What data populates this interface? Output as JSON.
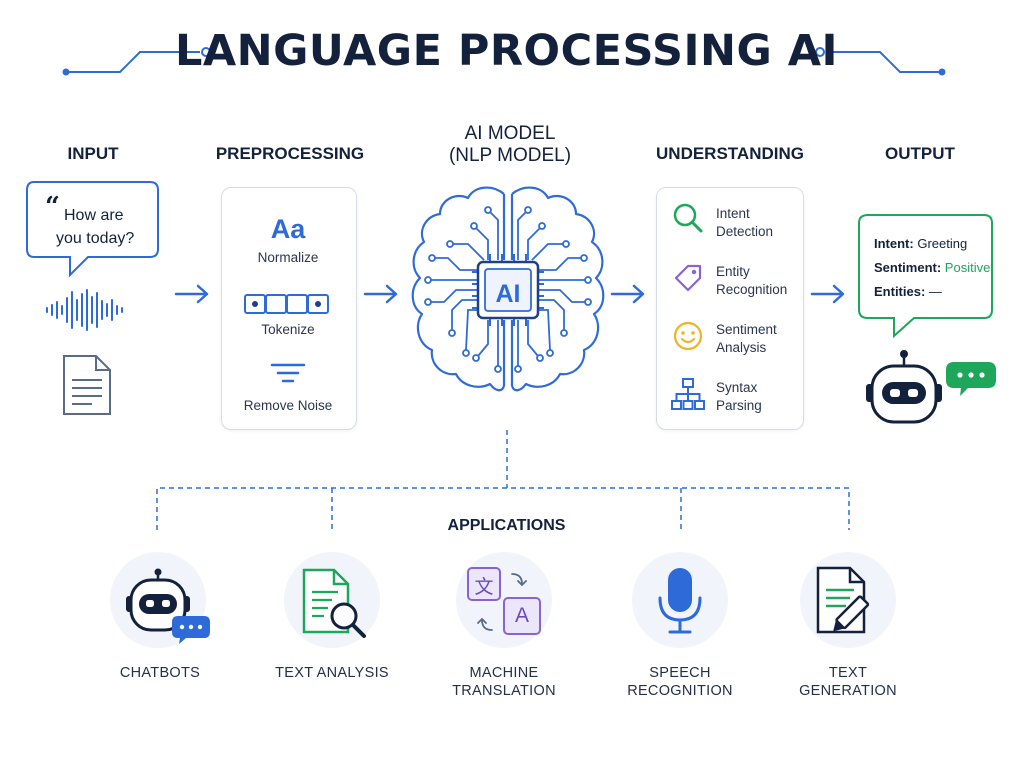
{
  "title": "LANGUAGE PROCESSING AI",
  "stages": {
    "input": "INPUT",
    "preprocessing": "PREPROCESSING",
    "model_line1": "AI MODEL",
    "model_line2": "(NLP MODEL)",
    "understanding": "UNDERSTANDING",
    "output": "OUTPUT"
  },
  "input": {
    "quote_line1": "How are",
    "quote_line2": "you today?"
  },
  "preprocessing": {
    "aa": "Aa",
    "normalize": "Normalize",
    "tokenize": "Tokenize",
    "remove_noise": "Remove Noise"
  },
  "model": {
    "chip_label": "AI"
  },
  "understanding": {
    "intent_1": "Intent",
    "intent_2": "Detection",
    "entity_1": "Entity",
    "entity_2": "Recognition",
    "sentiment_1": "Sentiment",
    "sentiment_2": "Analysis",
    "syntax_1": "Syntax",
    "syntax_2": "Parsing"
  },
  "output": {
    "intent_key": "Intent:",
    "intent_val": "Greeting",
    "sentiment_key": "Sentiment:",
    "sentiment_val": "Positive",
    "entities_key": "Entities:",
    "entities_val": "—"
  },
  "applications": {
    "heading": "APPLICATIONS",
    "chatbots": "CHATBOTS",
    "text_analysis": "TEXT ANALYSIS",
    "mt_1": "MACHINE",
    "mt_2": "TRANSLATION",
    "sr_1": "SPEECH",
    "sr_2": "RECOGNITION",
    "tg_1": "TEXT",
    "tg_2": "GENERATION",
    "translate_glyph_a": "文",
    "translate_glyph_b": "A"
  },
  "colors": {
    "accent": "#2f6bd8",
    "green": "#1ea65a",
    "navy": "#14213d"
  }
}
